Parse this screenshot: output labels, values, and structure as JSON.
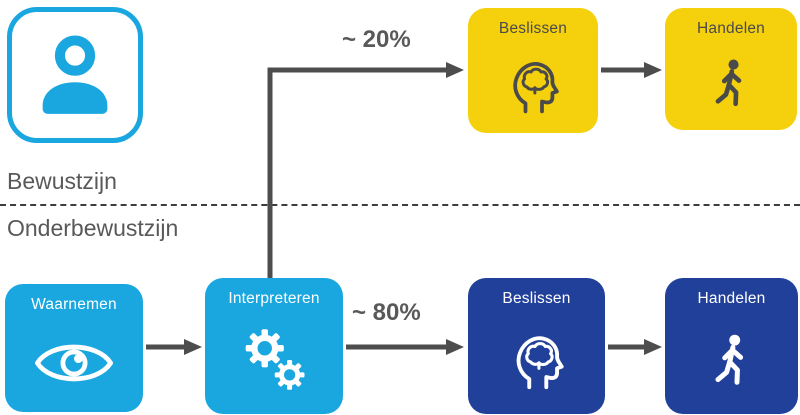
{
  "diagram": {
    "sections": {
      "conscious_label": "Bewustzijn",
      "subconscious_label": "Onderbewustzijn"
    },
    "percentages": {
      "conscious": "~ 20%",
      "subconscious": "~ 80%"
    },
    "nodes": {
      "waarnemen": {
        "label": "Waarnemen",
        "icon": "eye-icon",
        "color": "#1AA7E0"
      },
      "interpreteren": {
        "label": "Interpreteren",
        "icon": "gears-icon",
        "color": "#1AA7E0"
      },
      "beslissen_conscious": {
        "label": "Beslissen",
        "icon": "brain-icon",
        "color": "#F5D10D"
      },
      "handelen_conscious": {
        "label": "Handelen",
        "icon": "walking-person-icon",
        "color": "#F5D10D"
      },
      "beslissen_subconscious": {
        "label": "Beslissen",
        "icon": "brain-icon",
        "color": "#21409A"
      },
      "handelen_subconscious": {
        "label": "Handelen",
        "icon": "walking-person-icon",
        "color": "#21409A"
      }
    },
    "person_icon": "user-icon",
    "colors": {
      "cyan": "#1AA7E0",
      "yellow": "#F5D10D",
      "dark_blue": "#21409A",
      "arrow_gray": "#4D4D4D",
      "text_gray": "#595959"
    }
  }
}
